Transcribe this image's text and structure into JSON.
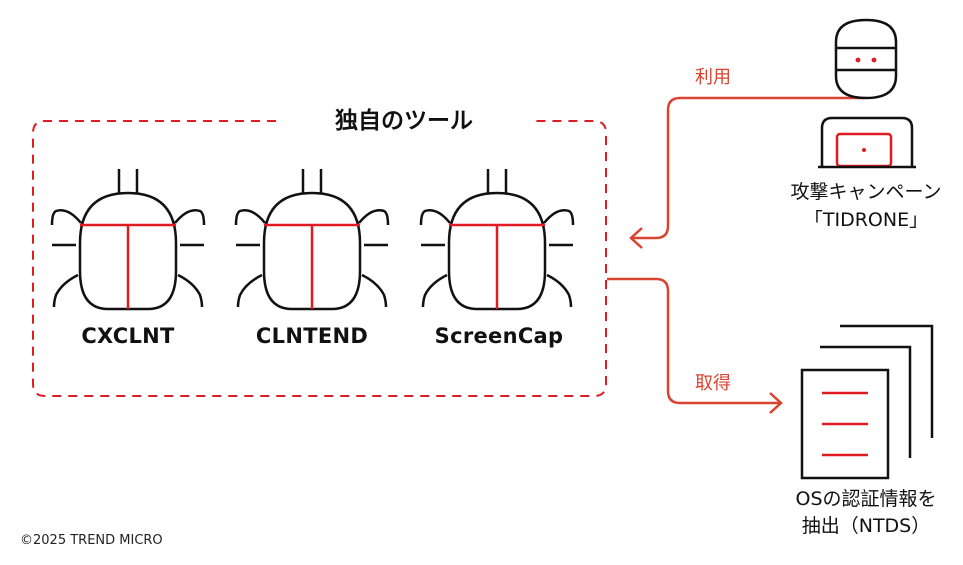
{
  "group": {
    "title": "独自のツール"
  },
  "tools": [
    {
      "name": "CXCLNT"
    },
    {
      "name": "CLNTEND"
    },
    {
      "name": "ScreenCap"
    }
  ],
  "edges": {
    "use": "利用",
    "obtain": "取得"
  },
  "actor": {
    "line1": "攻撃キャンペーン",
    "line2": "「TIDRONE」"
  },
  "output": {
    "line1": "OSの認証情報を",
    "line2": "抽出（NTDS）"
  },
  "footer": {
    "copyright": "©2025 TREND MICRO"
  },
  "colors": {
    "accent": "#d9432f",
    "line": "#111111",
    "bug_red": "#e01b22"
  }
}
